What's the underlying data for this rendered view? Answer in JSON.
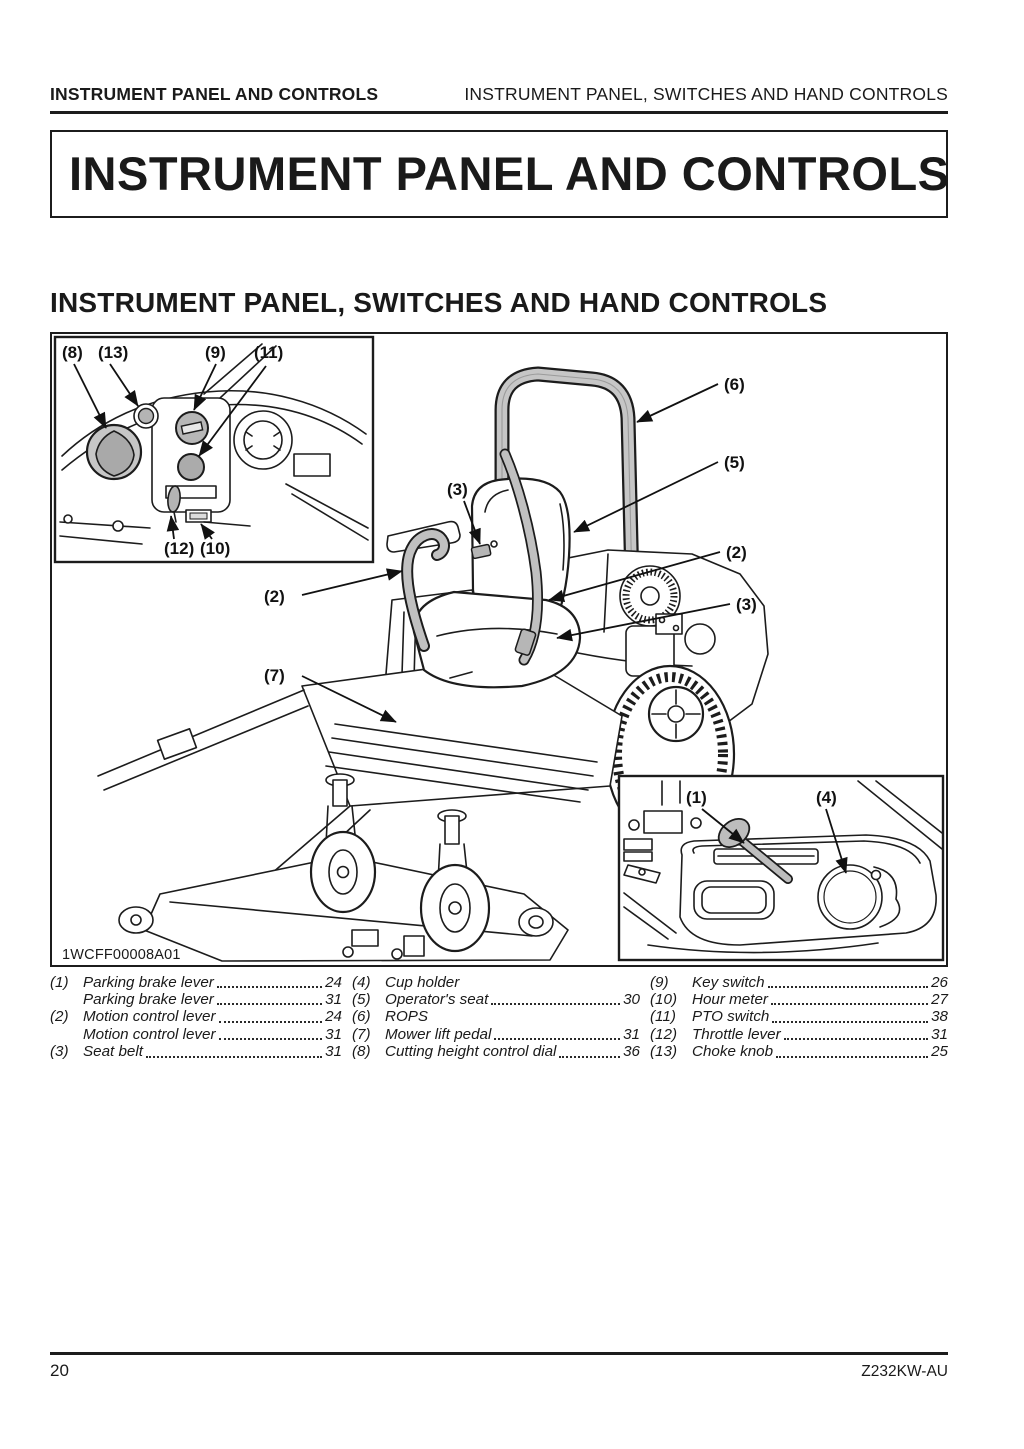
{
  "header": {
    "left": "INSTRUMENT PANEL AND CONTROLS",
    "right": "INSTRUMENT PANEL, SWITCHES AND HAND CONTROLS"
  },
  "chapter": {
    "title": "INSTRUMENT PANEL AND CONTROLS"
  },
  "section": {
    "title": "INSTRUMENT PANEL, SWITCHES AND HAND CONTROLS"
  },
  "figure": {
    "code": "1WCFF00008A01",
    "callouts": {
      "c1": "(1)",
      "c2": "(2)",
      "c3": "(3)",
      "c4": "(4)",
      "c5": "(5)",
      "c6": "(6)",
      "c7": "(7)",
      "c8": "(8)",
      "c9": "(9)",
      "c10": "(10)",
      "c11": "(11)",
      "c12": "(12)",
      "c13": "(13)"
    }
  },
  "legend": {
    "columns": [
      {
        "entries": [
          {
            "num": "(1)",
            "name": "Parking brake lever",
            "page": "24"
          },
          {
            "num": "",
            "name": "Parking brake lever",
            "page": "31"
          },
          {
            "num": "(2)",
            "name": "Motion control lever",
            "page": "24"
          },
          {
            "num": "",
            "name": "Motion control lever",
            "page": "31"
          },
          {
            "num": "(3)",
            "name": "Seat belt",
            "page": "31"
          }
        ]
      },
      {
        "entries": [
          {
            "num": "(4)",
            "name": "Cup holder",
            "page": ""
          },
          {
            "num": "(5)",
            "name": "Operator's seat",
            "page": "30"
          },
          {
            "num": "(6)",
            "name": "ROPS",
            "page": ""
          },
          {
            "num": "(7)",
            "name": "Mower lift pedal",
            "page": "31"
          },
          {
            "num": "(8)",
            "name": "Cutting height control dial",
            "page": "36"
          }
        ]
      },
      {
        "entries": [
          {
            "num": "(9)",
            "name": "Key switch",
            "page": "26"
          },
          {
            "num": "(10)",
            "name": "Hour meter",
            "page": "27"
          },
          {
            "num": "(11)",
            "name": "PTO switch",
            "page": "38"
          },
          {
            "num": "(12)",
            "name": "Throttle lever",
            "page": "31"
          },
          {
            "num": "(13)",
            "name": "Choke knob",
            "page": "25"
          }
        ]
      }
    ]
  },
  "footer": {
    "page_number": "20",
    "doc_code": "Z232KW-AU"
  },
  "colors": {
    "ink": "#1a1a1a",
    "line": "#1c1c1c",
    "shade_gray": "#c6c6c6",
    "knob_gray": "#b5b5b5"
  }
}
